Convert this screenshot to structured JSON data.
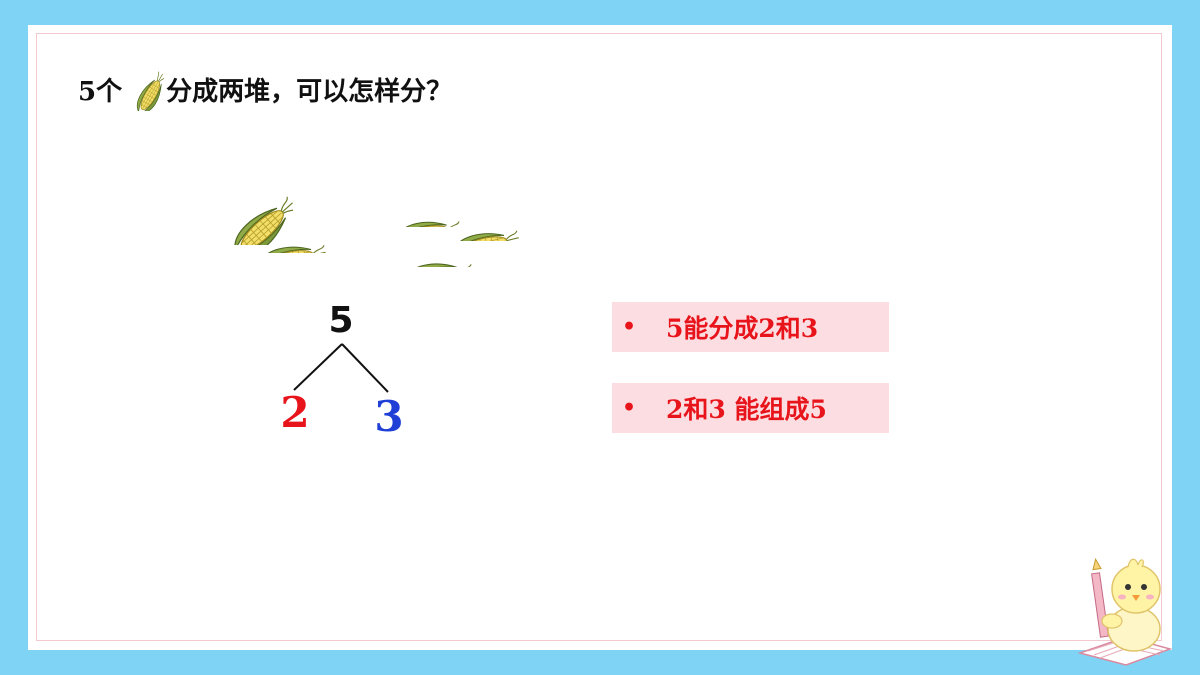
{
  "question": {
    "prefix": "5个",
    "suffix": "分成两堆，可以怎样分？",
    "icon": "corn-icon"
  },
  "piles": [
    {
      "count": 2,
      "icon": "corn-icon"
    },
    {
      "count": 3,
      "icon": "corn-icon"
    }
  ],
  "decomposition": {
    "total": "5",
    "left": "2",
    "right": "3",
    "left_color": "#e8141b",
    "right_color": "#1f3fd6"
  },
  "facts": [
    {
      "bullet": "•",
      "text": "5能分成2和3"
    },
    {
      "bullet": "•",
      "text": "2和3 能组成5"
    }
  ],
  "colors": {
    "frame": "#7fd3f4",
    "fact_bg": "#fcdde1",
    "fact_text": "#e8141b"
  },
  "decoration": {
    "icon": "chick-writing-icon"
  }
}
